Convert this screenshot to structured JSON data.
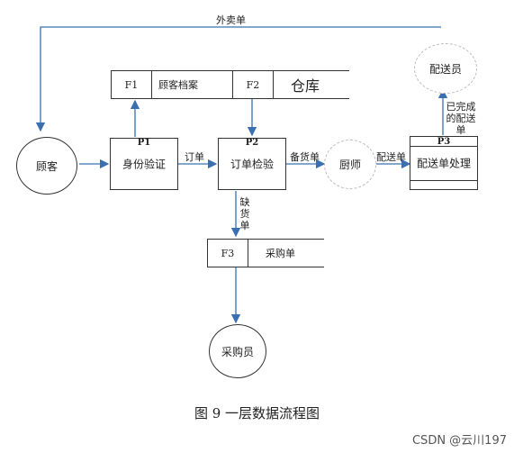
{
  "diagram": {
    "caption": "图 9  一层数据流程图",
    "watermark": "CSDN @云川197",
    "entities": {
      "customer": "顾客",
      "deliveryman": "配送员",
      "chef": "厨师",
      "purchaser": "采购员"
    },
    "processes": {
      "p1": {
        "id": "P1",
        "label": "身份验证"
      },
      "p2": {
        "id": "P2",
        "label": "订单检验"
      },
      "p3": {
        "id": "P3",
        "label": "配送单处理"
      }
    },
    "stores": {
      "f1": {
        "id": "F1",
        "label": "顾客档案"
      },
      "f2": {
        "id": "F2",
        "label": "仓库"
      },
      "f3": {
        "id": "F3",
        "label": "采购单"
      }
    },
    "flows": {
      "takeout": "外卖单",
      "order": "订单",
      "prepare": "备货单",
      "delivery": "配送单",
      "shortage": "缺货单",
      "completed": "已完成的配送单"
    }
  }
}
